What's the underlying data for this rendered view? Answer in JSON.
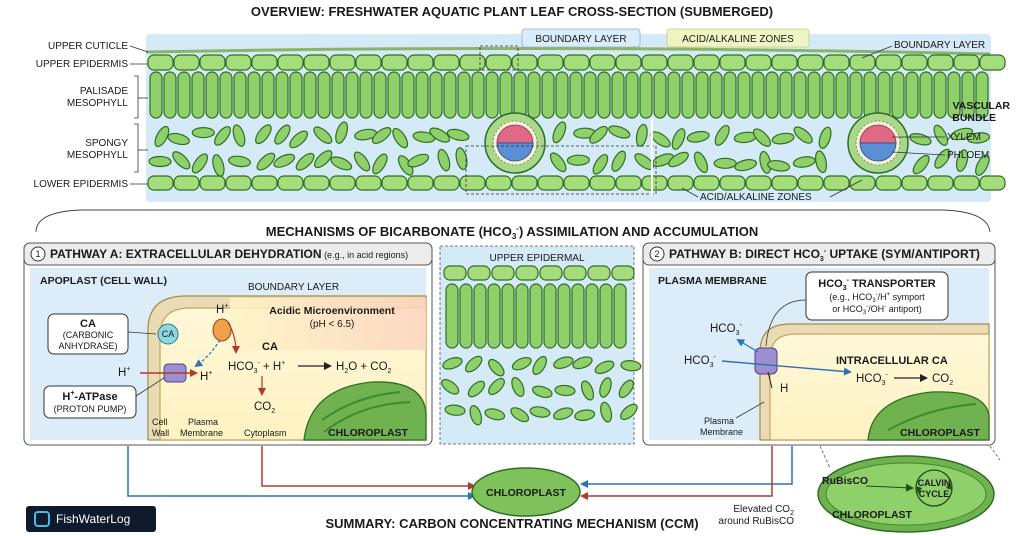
{
  "titles": {
    "overview": "OVERVIEW: FRESHWATER AQUATIC PLANT LEAF CROSS-SECTION (SUBMERGED)",
    "mechanisms_pre": "MECHANISMS OF BICARBONATE (HCO",
    "mechanisms_sub": "3",
    "mechanisms_sup": "-",
    "mechanisms_post": ") ASSIMILATION AND ACCUMULATION",
    "summary": "SUMMARY: CARBON CONCENTRATING MECHANISM (CCM)"
  },
  "leaf_labels": {
    "upper_cuticle": "UPPER CUTICLE",
    "upper_epidermis": "UPPER EPIDERMIS",
    "palisade_1": "PALISADE",
    "palisade_2": "MESOPHYLL",
    "spongy_1": "SPONGY",
    "spongy_2": "MESOPHYLL",
    "lower_epidermis": "LOWER EPIDERMIS",
    "boundary_layer_box": "BOUNDARY LAYER",
    "acid_zones_box": "ACID/ALKALINE ZONES",
    "boundary_layer_right": "BOUNDARY LAYER",
    "vascular_1": "VASCULAR",
    "vascular_2": "BUNDLE",
    "xylem": "XYLEM",
    "phloem": "PHLOEM",
    "acid_zones_bottom": "ACID/ALKALINE ZONES"
  },
  "pathway_a": {
    "header_num": "1",
    "header_bold": "PATHWAY A: EXTRACELLULAR DEHYDRATION",
    "header_note": " (e.g., in acid regions)",
    "apoplast": "APOPLAST (CELL WALL)",
    "boundary_layer": "BOUNDARY LAYER",
    "acidic_title": "Acidic Microenvironment",
    "acidic_ph": "(pH < 6.5)",
    "ca_box_title": "CA",
    "ca_box_l1": "(CARBONIC",
    "ca_box_l2": "ANHYDRASE)",
    "ca_circle": "CA",
    "hatpase_title": "H",
    "hatpase_title_post": "-ATPase",
    "hatpase_sub": "(PROTON PUMP)",
    "h_top": "H",
    "h_left": "H",
    "h_right": "H",
    "ca_reaction_label": "CA",
    "eq_hco3": "HCO",
    "eq_plus_h": " + H",
    "eq_h2o": "H",
    "eq_h2o_post": "O + CO",
    "co2_below": "CO",
    "cell_wall_1": "Cell",
    "cell_wall_2": "Wall",
    "plasma_membrane_1": "Plasma",
    "plasma_membrane_2": "Membrane",
    "cytoplasm": "Cytoplasm",
    "chloroplast": "CHLOROPLAST"
  },
  "middle": {
    "upper_epidermal": "UPPER EPIDERMAL"
  },
  "pathway_b": {
    "header_num": "2",
    "header_pre": "PATHWAY B: DIRECT HCO",
    "header_post": " UPTAKE (SYM/ANTIPORT)",
    "plasma_membrane": "PLASMA MEMBRANE",
    "transporter_title": "HCO",
    "transporter_title_post": " TRANSPORTER",
    "transporter_l1": "(e.g., HCO",
    "transporter_l1_post": "/H",
    "transporter_l1_end": " symport",
    "transporter_l2": "or HCO",
    "transporter_l2_post": "/OH",
    "transporter_l2_end": " antiport)",
    "hco3_top": "HCO",
    "hco3_left": "HCO",
    "h_label": "H",
    "intracellular_ca": "INTRACELLULAR CA",
    "eq_hco3": "HCO",
    "eq_co2": "CO",
    "plasma_membrane_1": "Plasma",
    "plasma_membrane_2": "Membrane",
    "chloroplast": "CHLOROPLAST"
  },
  "summary": {
    "chloroplast_center": "CHLOROPLAST",
    "elevated_1": "Elevated CO",
    "elevated_2": "around RuBisCO",
    "rubisco": "RuBisCO",
    "calvin_1": "CALVIN",
    "calvin_2": "CYCLE",
    "chloroplast_big": "CHLOROPLAST"
  },
  "logo": {
    "text": "FishWaterLog"
  },
  "colors": {
    "water": "#cfe7f6",
    "cell_fill": "#8fd06a",
    "cell_stroke": "#2f6e22",
    "acid_arrow": "#b03a2e",
    "blue_arrow": "#2c72b4",
    "xylem": "#e06a85",
    "phloem": "#5a8fd6"
  }
}
